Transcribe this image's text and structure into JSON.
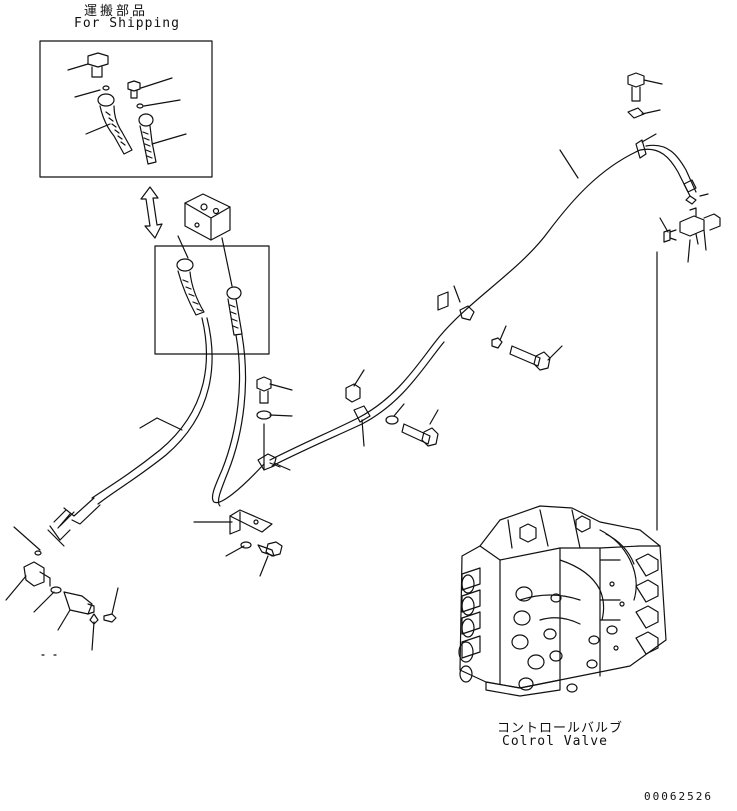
{
  "shipping": {
    "title_jp": "運搬部品",
    "title_en": "For Shipping"
  },
  "control_valve": {
    "label_jp": "コントロールバルブ",
    "label_en": "Colrol Valve"
  },
  "drawing_id": "00062526"
}
